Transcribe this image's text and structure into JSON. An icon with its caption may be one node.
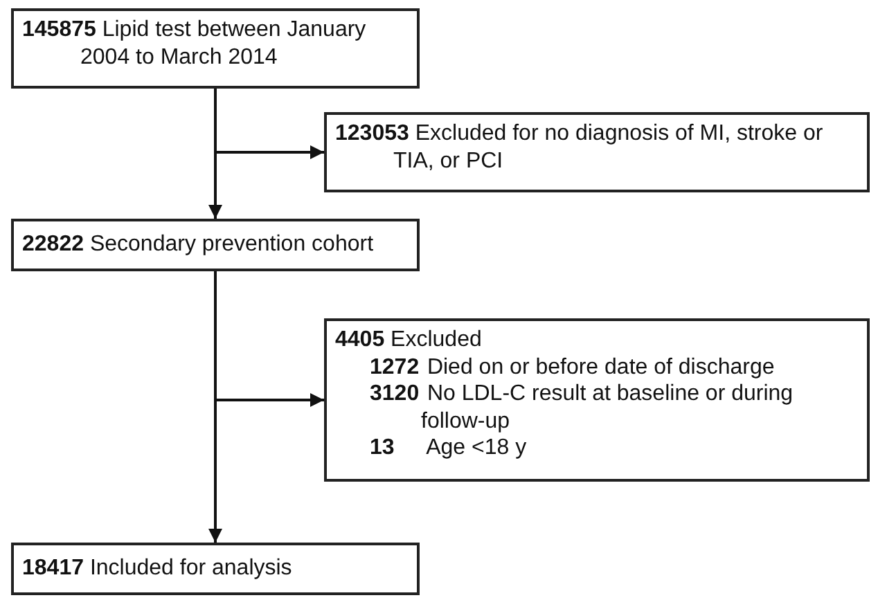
{
  "diagram": {
    "nodes": [
      {
        "text": [
          "**145875** Lipid test between January 2004 to March 2014"
        ]
      },
      {
        "text": [
          "**123053** Excluded for no diagnosis of MI, stroke or TIA, or PCI"
        ]
      },
      {
        "text": [
          "**22822** Secondary prevention cohort"
        ]
      },
      {
        "text": [
          "**4405** Excluded",
          "**1272** Died on or before date of discharge",
          "**3120** No LDL-C result at baseline or during follow-up",
          "**13** Age <18 y"
        ]
      },
      {
        "text": [
          "**18417** Included for analysis"
        ]
      }
    ],
    "edges": [
      {
        "from": 0,
        "to": 2,
        "arrow": "to"
      },
      {
        "from": 0,
        "to": 1,
        "arrow": "to"
      },
      {
        "from": 2,
        "to": 4,
        "arrow": "to"
      },
      {
        "from": 2,
        "to": 3,
        "arrow": "to"
      }
    ]
  }
}
